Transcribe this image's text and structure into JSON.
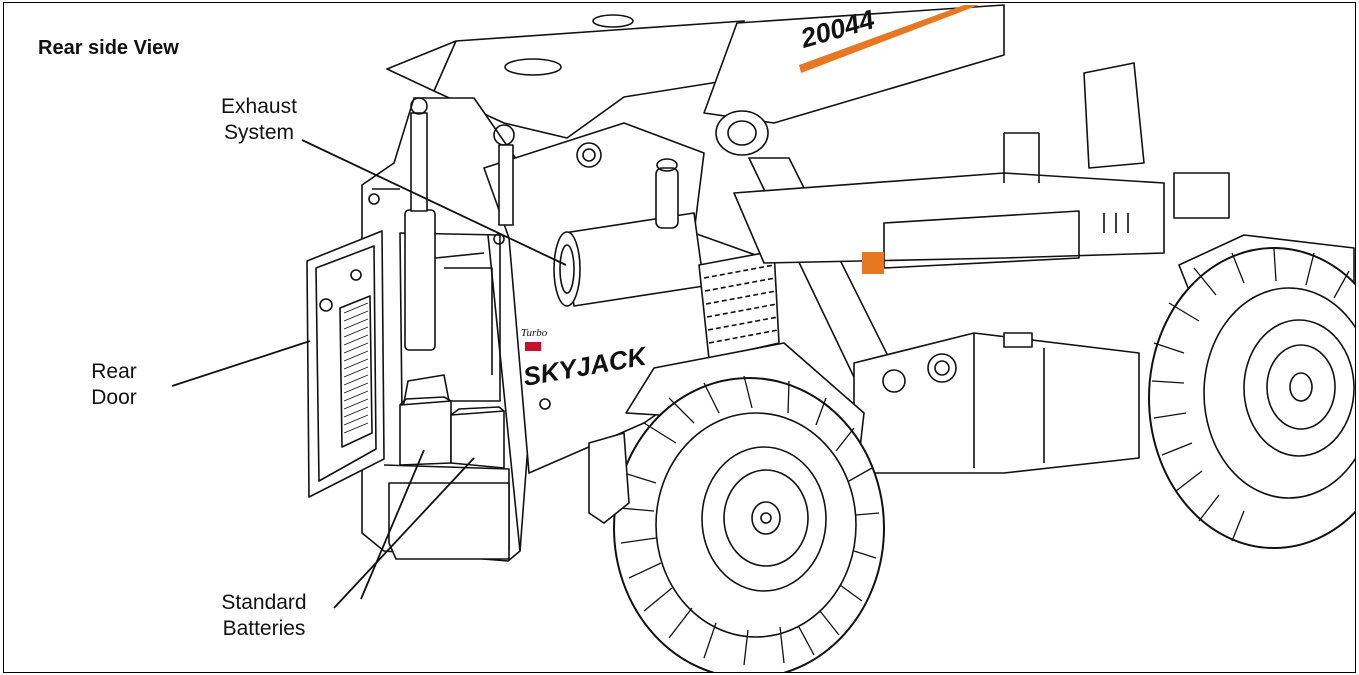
{
  "title": "Rear side View",
  "callouts": {
    "exhaust": [
      "Exhaust",
      "System"
    ],
    "door": [
      "Rear",
      "Door"
    ],
    "batteries": [
      "Standard",
      "Batteries"
    ]
  },
  "machine": {
    "model_number": "20044",
    "brand": "SKYJACK",
    "badge": "Turbo"
  },
  "colors": {
    "stripe": "#e87722",
    "line": "#111111"
  }
}
